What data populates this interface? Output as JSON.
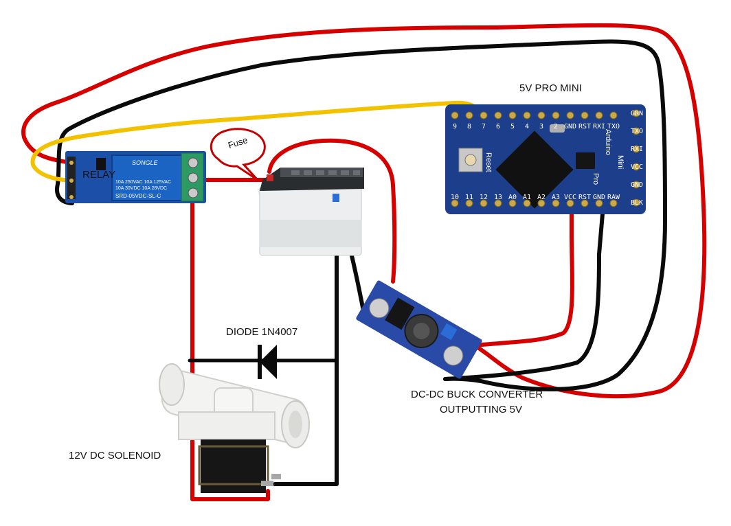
{
  "labels": {
    "pro_mini": "5V PRO MINI",
    "relay": "RELAY",
    "fuse": "Fuse",
    "diode": "DIODE 1N4007",
    "buck_line1": "DC-DC BUCK CONVERTER",
    "buck_line2": "OUTPUTTING 5V",
    "solenoid": "12V DC SOLENOID"
  },
  "relay_board": {
    "brand": "SONGLE",
    "model": "SRD-05VDC-SL-C",
    "rating1": "10A 250VAC  10A 125VAC",
    "rating2": "10A 30VDC  10A 28VDC"
  },
  "pro_mini_board": {
    "top_pins": [
      "9",
      "8",
      "7",
      "6",
      "5",
      "4",
      "3",
      "2",
      "GND",
      "RST",
      "RXI",
      "TXO"
    ],
    "bottom_pins": [
      "10",
      "11",
      "12",
      "13",
      "A0",
      "A1",
      "A2",
      "A3",
      "VCC",
      "RST",
      "GND",
      "RAW"
    ],
    "right_pins": [
      "GRN",
      "TXO",
      "RXI",
      "VCC",
      "GND",
      "BLK"
    ],
    "silk": [
      "Arduino",
      "Pro",
      "Mini"
    ],
    "reset": "Reset"
  },
  "colors": {
    "red_wire": "#d50000",
    "black_wire": "#0a0a0a",
    "yellow_wire": "#f2c200",
    "relay_blue": "#1c4fa8",
    "board_blue": "#1d3e8a",
    "terminal_green": "#2e9a63"
  }
}
